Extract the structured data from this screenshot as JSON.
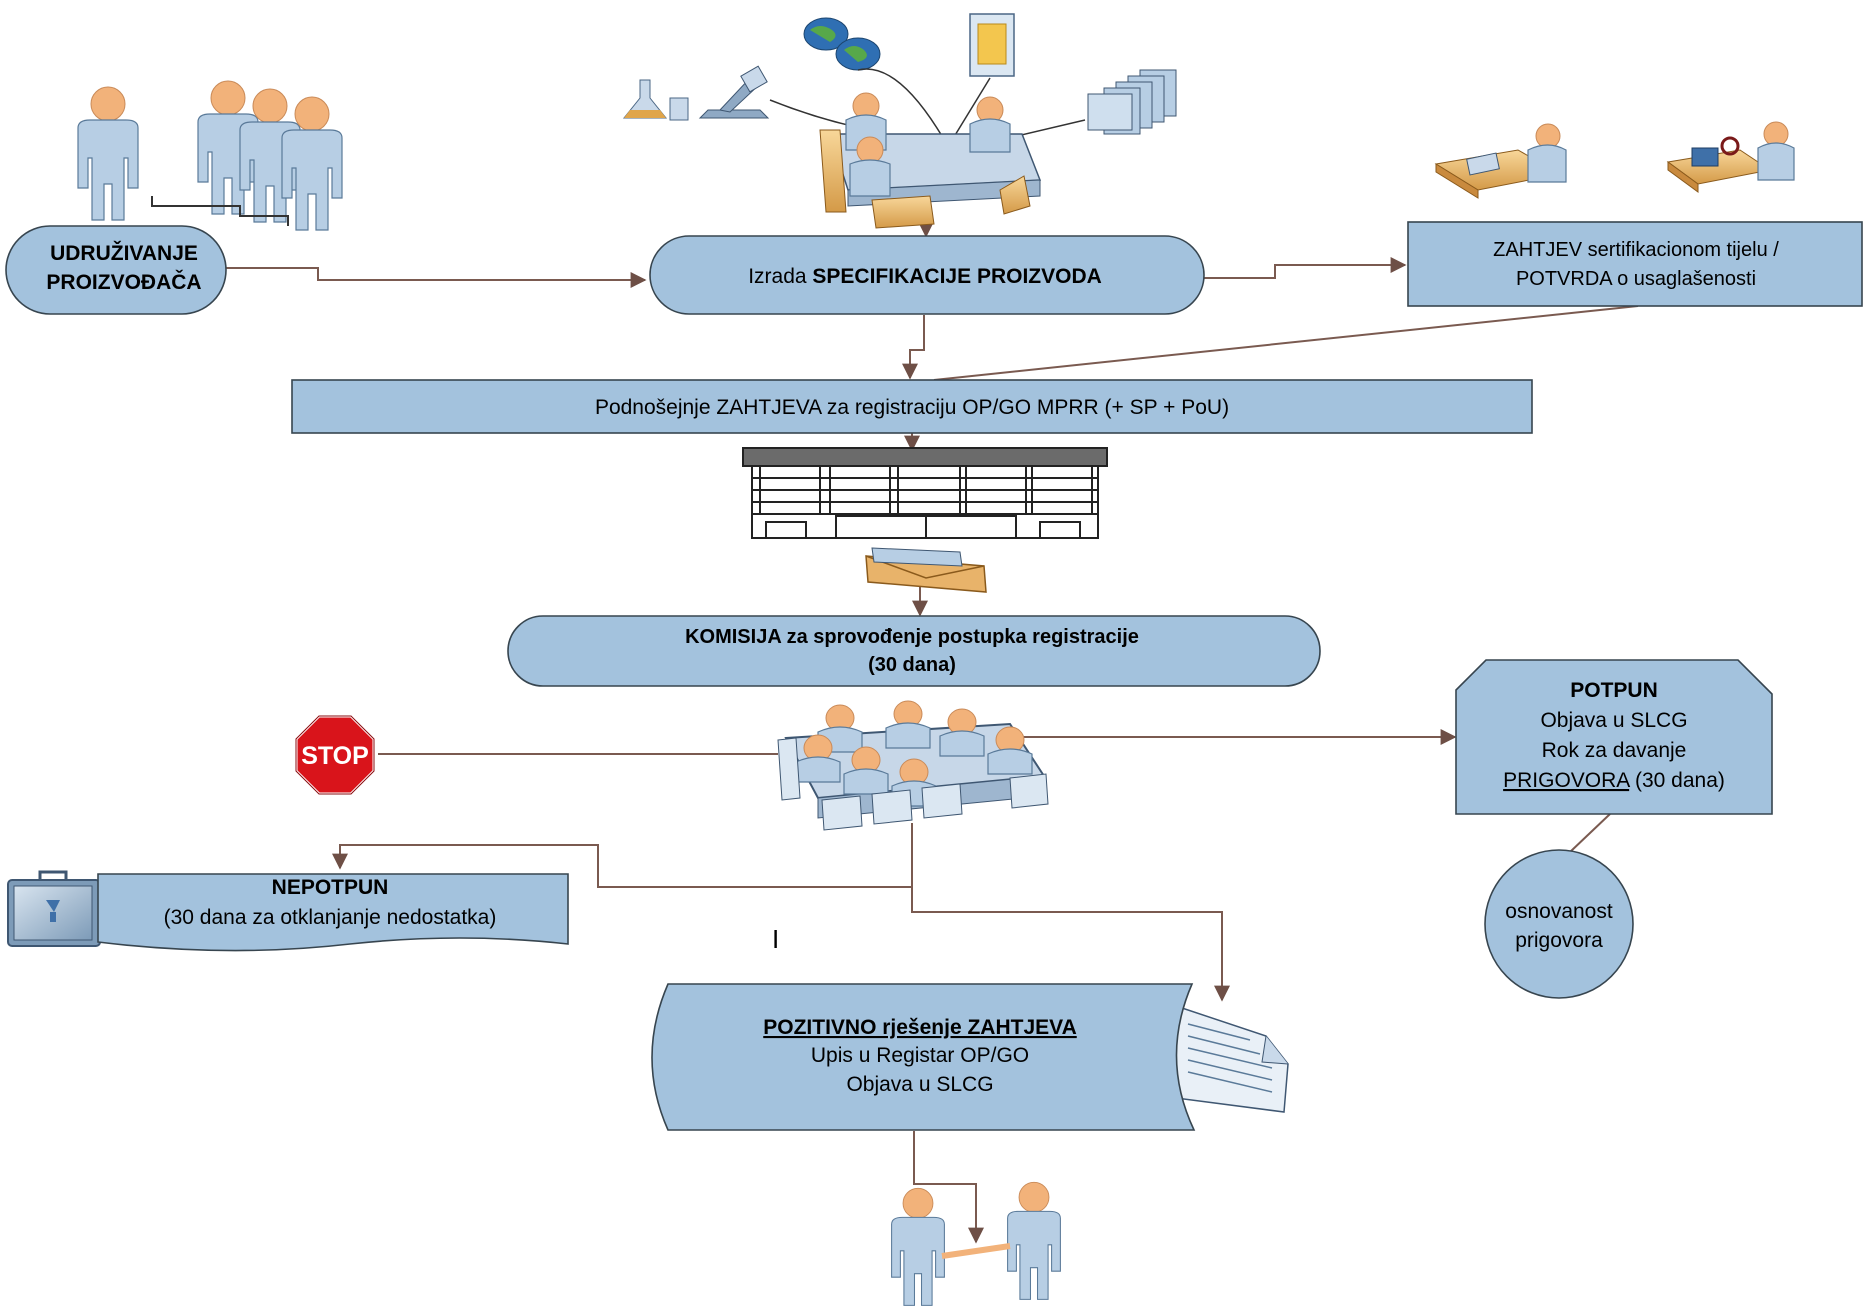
{
  "nodes": {
    "udruzivanje": {
      "line1": "UDRUŽIVANJE",
      "line2": "PROIZVOĐAČA"
    },
    "specifikacija": {
      "prefix": "Izrada ",
      "bold": "SPECIFIKACIJE PROIZVODA"
    },
    "zahtjev_cert": {
      "line1": "ZAHTJEV sertifikacionom tijelu /",
      "line2": "POTVRDA o usaglašenosti"
    },
    "podnosenje": {
      "text": "Podnošejnje ZAHTJEVA za registraciju OP/GO MPRR (+ SP + PoU)"
    },
    "komisija": {
      "line1": "KOMISIJA za sprovođenje postupka registracije",
      "line2": "(30 dana)"
    },
    "potpun": {
      "title": "POTPUN",
      "line1": "Objava u SLCG",
      "line2": "Rok za davanje",
      "line3_u": "PRIGOVORA",
      "line3_rest": " (30 dana)"
    },
    "osnovanost": {
      "line1": "osnovanost",
      "line2": "prigovora"
    },
    "nepotpun": {
      "title": "NEPOTPUN",
      "line1": "(30 dana za otklanjanje nedostatka)"
    },
    "pozitivno": {
      "title": "POZITIVNO rješenje ZAHTJEVA",
      "line1": "Upis u Registar OP/GO",
      "line2": "Objava u SLCG"
    },
    "stop": {
      "text": "STOP"
    },
    "stray_mark": {
      "text": "I"
    }
  },
  "colors": {
    "shape_fill": "#a3c2dd",
    "shape_stroke": "#37454f",
    "connector": "#7a5a50",
    "stop_red": "#d9141b",
    "skin": "#f2b27a",
    "cloth": "#b7cee4"
  },
  "icons": [
    "people-group-icon",
    "crowd-icon",
    "globe-icon",
    "document-icon",
    "lab-flask-icon",
    "microscope-icon",
    "meeting-table-icon",
    "files-stack-icon",
    "desk-worker-icon",
    "inspector-icon",
    "building-icon",
    "envelope-icon",
    "stop-sign-icon",
    "conference-table-icon",
    "briefcase-icon",
    "letter-document-icon",
    "handshake-icon"
  ]
}
